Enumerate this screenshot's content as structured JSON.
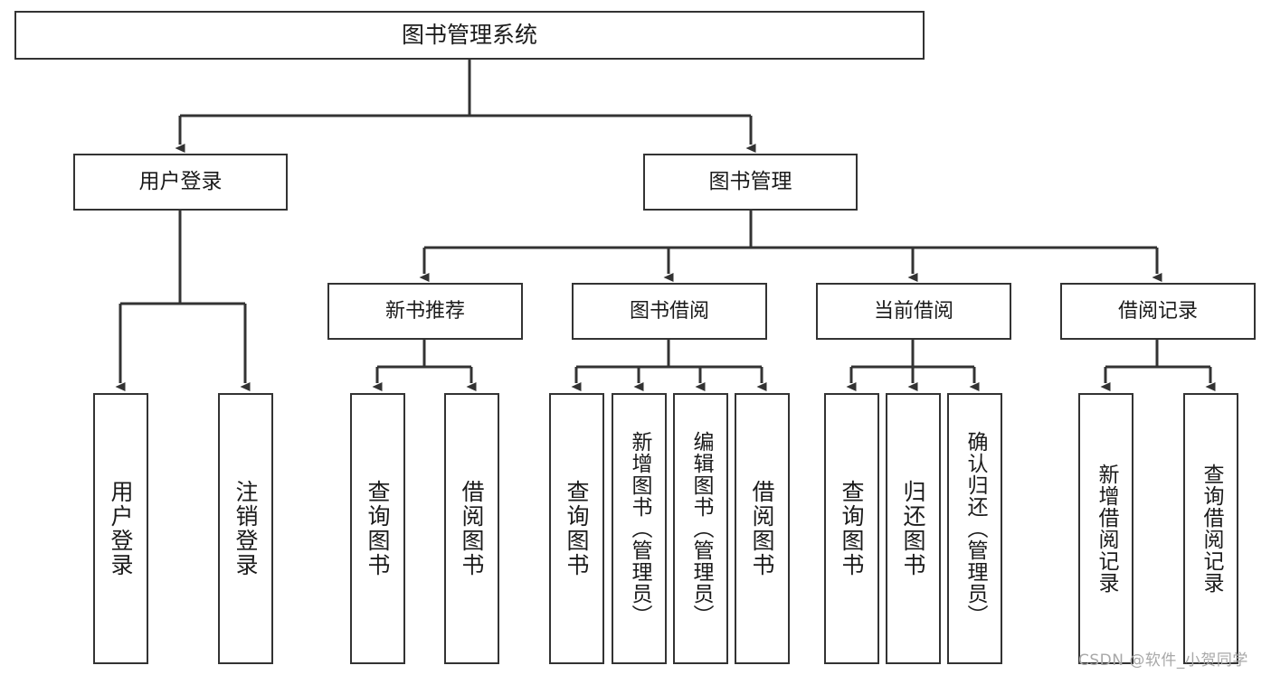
{
  "diagram": {
    "title": "图书管理系统",
    "type": "tree-hierarchy",
    "root": {
      "label": "图书管理系统"
    },
    "level1": [
      {
        "label": "用户登录"
      },
      {
        "label": "图书管理"
      }
    ],
    "level2": [
      {
        "label": "新书推荐"
      },
      {
        "label": "图书借阅"
      },
      {
        "label": "当前借阅"
      },
      {
        "label": "借阅记录"
      }
    ],
    "leaves": {
      "user_login": [
        {
          "label": "用户登录"
        },
        {
          "label": "注销登录"
        }
      ],
      "new_book_recommend": [
        {
          "label": "查询图书"
        },
        {
          "label": "借阅图书"
        }
      ],
      "book_borrow": [
        {
          "label": "查询图书"
        },
        {
          "label": "新增图书（管理员）"
        },
        {
          "label": "编辑图书（管理员）"
        },
        {
          "label": "借阅图书"
        }
      ],
      "current_borrow": [
        {
          "label": "查询图书"
        },
        {
          "label": "归还图书"
        },
        {
          "label": "确认归还（管理员）"
        }
      ],
      "borrow_record": [
        {
          "label": "新增借阅记录"
        },
        {
          "label": "查询借阅记录"
        }
      ]
    }
  },
  "watermark": {
    "text": "CSDN @软件_小贺同学"
  },
  "colors": {
    "stroke": "#333333",
    "background": "#ffffff",
    "text": "#1b1b1b",
    "watermark": "#a8a8a8"
  }
}
